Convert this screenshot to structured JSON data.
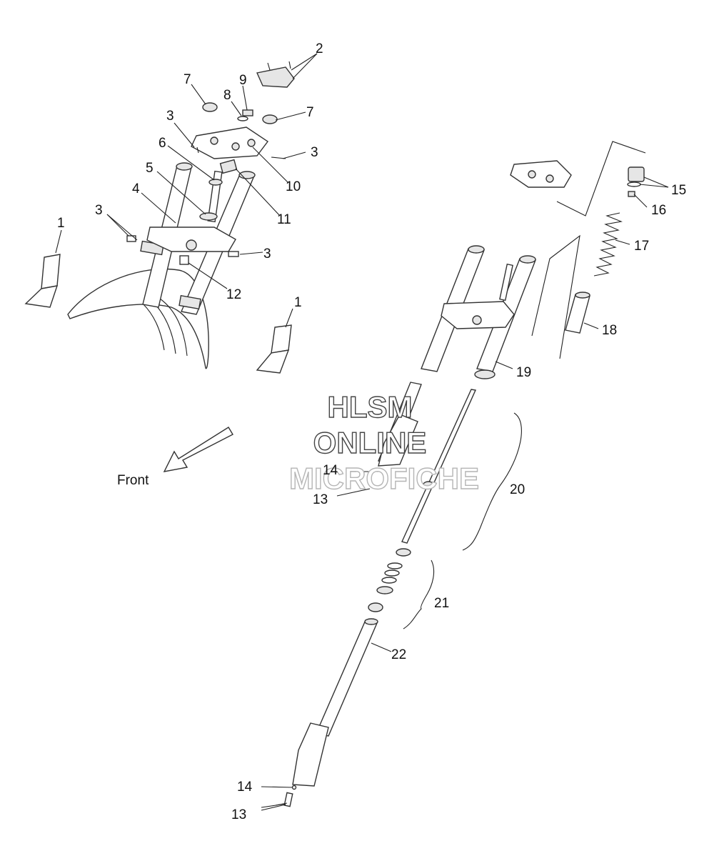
{
  "watermark": {
    "line1": "HLSM",
    "line2": "ONLINE",
    "line3": "MICROFICHE"
  },
  "direction_label": "Front",
  "labels": {
    "c1": "1",
    "c1b": "1",
    "c2": "2",
    "c3a": "3",
    "c3b": "3",
    "c3c": "3",
    "c3d": "3",
    "c4": "4",
    "c5": "5",
    "c6": "6",
    "c7a": "7",
    "c7b": "7",
    "c8": "8",
    "c9": "9",
    "c10": "10",
    "c11": "11",
    "c12": "12",
    "c13a": "13",
    "c13b": "13",
    "c14a": "14",
    "c14b": "14",
    "c15": "15",
    "c16": "16",
    "c17": "17",
    "c18": "18",
    "c19": "19",
    "c20": "20",
    "c21": "21",
    "c22": "22"
  }
}
